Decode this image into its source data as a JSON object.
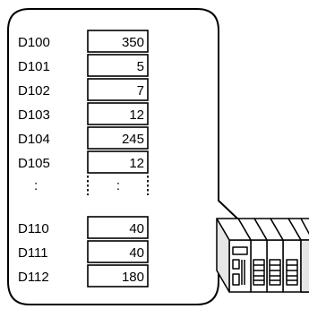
{
  "registers": [
    {
      "address": "D100",
      "value": "350"
    },
    {
      "address": "D101",
      "value": "5"
    },
    {
      "address": "D102",
      "value": "7"
    },
    {
      "address": "D103",
      "value": "12"
    },
    {
      "address": "D104",
      "value": "245"
    },
    {
      "address": "D105",
      "value": "12"
    },
    {
      "address": ":",
      "value": ":"
    },
    {
      "address": "D110",
      "value": "40"
    },
    {
      "address": "D111",
      "value": "40"
    },
    {
      "address": "D112",
      "value": "180"
    }
  ],
  "colors": {
    "stroke": "#000000",
    "plc_body": "#ffffff",
    "plc_shade": "#e6e6e6",
    "background": "#ffffff"
  },
  "icons": {
    "device": "plc-rack-icon"
  }
}
